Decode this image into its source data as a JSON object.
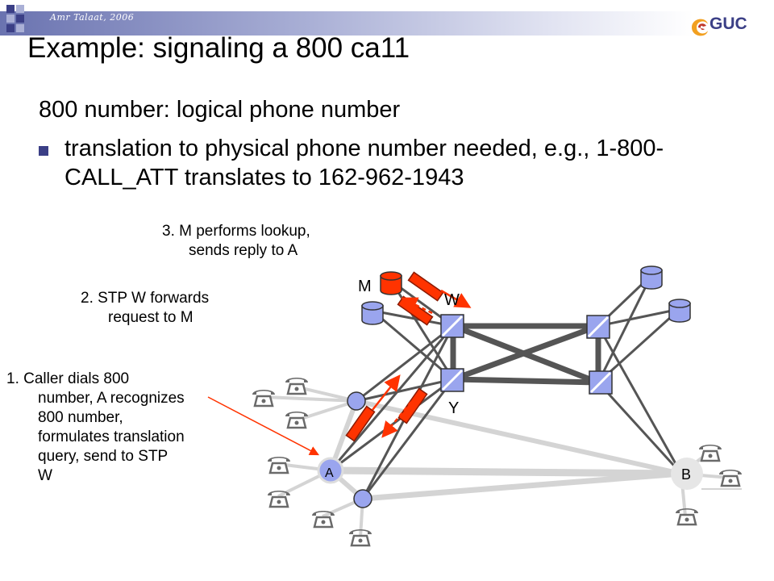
{
  "header": {
    "author": "Amr Talaat, 2006",
    "logo_text": "GUC"
  },
  "slide": {
    "title": "Example: signaling a 800 ca11",
    "line1": "800 number:  logical phone number",
    "bullet": "translation to physical phone number needed, e.g., 1-800-CALL_ATT translates to 162-962-1943"
  },
  "annotations": {
    "step3": [
      "3. M performs lookup,",
      "sends reply to A"
    ],
    "step2": [
      "2. STP W forwards",
      "request to M"
    ],
    "step1": [
      "1. Caller dials 800",
      "number, A recognizes",
      "800 number,",
      "formulates translation",
      "query, send to STP",
      "W"
    ]
  },
  "diagram": {
    "labels": {
      "m": "M",
      "w": "W",
      "y": "Y",
      "a": "A",
      "b": "B"
    },
    "colors": {
      "accent": "#3b3f86",
      "message": "#ff3300",
      "node_fill": "#9aa5ee",
      "link_dark": "#555555",
      "link_light": "#d0d0d0"
    }
  }
}
